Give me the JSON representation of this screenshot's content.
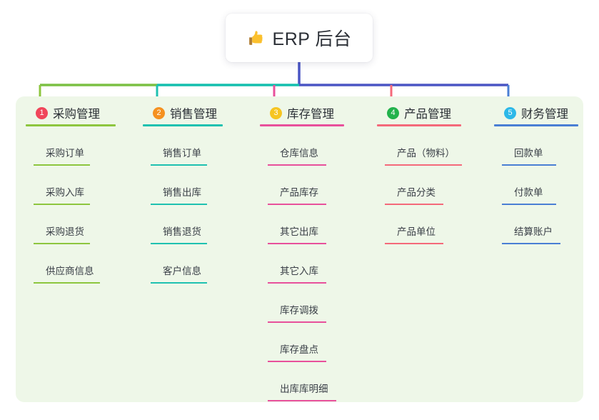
{
  "page": {
    "background_color": "#ffffff",
    "panel_color": "#eef7e8"
  },
  "root": {
    "icon": "thumbs-up-icon",
    "title": "ERP 后台",
    "card_color": "#ffffff",
    "stem_color": "#4a55c4"
  },
  "trunk": {
    "segment_colors": [
      "#7bc043",
      "#13bfae",
      "#4a55c4"
    ]
  },
  "columns": [
    {
      "index": "1",
      "badge_number": "1",
      "badge_color": "#f0465a",
      "accent_color": "#8dc63f",
      "title": "采购管理",
      "head_rule_width": 126,
      "items": [
        {
          "label": "采购订单",
          "rule_width": 79
        },
        {
          "label": "采购入库",
          "rule_width": 79
        },
        {
          "label": "采购退货",
          "rule_width": 79
        },
        {
          "label": "供应商信息",
          "rule_width": 93
        }
      ]
    },
    {
      "index": "2",
      "badge_number": "2",
      "badge_color": "#f59120",
      "accent_color": "#1fc1b0",
      "title": "销售管理",
      "head_rule_width": 112,
      "items": [
        {
          "label": "销售订单",
          "rule_width": 79
        },
        {
          "label": "销售出库",
          "rule_width": 79
        },
        {
          "label": "销售退货",
          "rule_width": 79
        },
        {
          "label": "客户信息",
          "rule_width": 79
        }
      ]
    },
    {
      "index": "3",
      "badge_number": "3",
      "badge_color": "#f6c521",
      "accent_color": "#e8509b",
      "title": "库存管理",
      "head_rule_width": 118,
      "items": [
        {
          "label": "仓库信息",
          "rule_width": 82
        },
        {
          "label": "产品库存",
          "rule_width": 82
        },
        {
          "label": "其它出库",
          "rule_width": 82
        },
        {
          "label": "其它入库",
          "rule_width": 82
        },
        {
          "label": "库存调拨",
          "rule_width": 82
        },
        {
          "label": "库存盘点",
          "rule_width": 82
        },
        {
          "label": "出库库明细",
          "rule_width": 96
        }
      ]
    },
    {
      "index": "4",
      "badge_number": "4",
      "badge_color": "#22b24c",
      "accent_color": "#f4697a",
      "title": "产品管理",
      "head_rule_width": 118,
      "items": [
        {
          "label": "产品（物料）",
          "rule_width": 108
        },
        {
          "label": "产品分类",
          "rule_width": 82
        },
        {
          "label": "产品单位",
          "rule_width": 82
        }
      ]
    },
    {
      "index": "5",
      "badge_number": "5",
      "badge_color": "#2cb8e8",
      "accent_color": "#4a7fd4",
      "title": "财务管理",
      "head_rule_width": 118,
      "items": [
        {
          "label": "回款单",
          "rule_width": 76
        },
        {
          "label": "付款单",
          "rule_width": 76
        },
        {
          "label": "结算账户",
          "rule_width": 82
        }
      ]
    }
  ]
}
